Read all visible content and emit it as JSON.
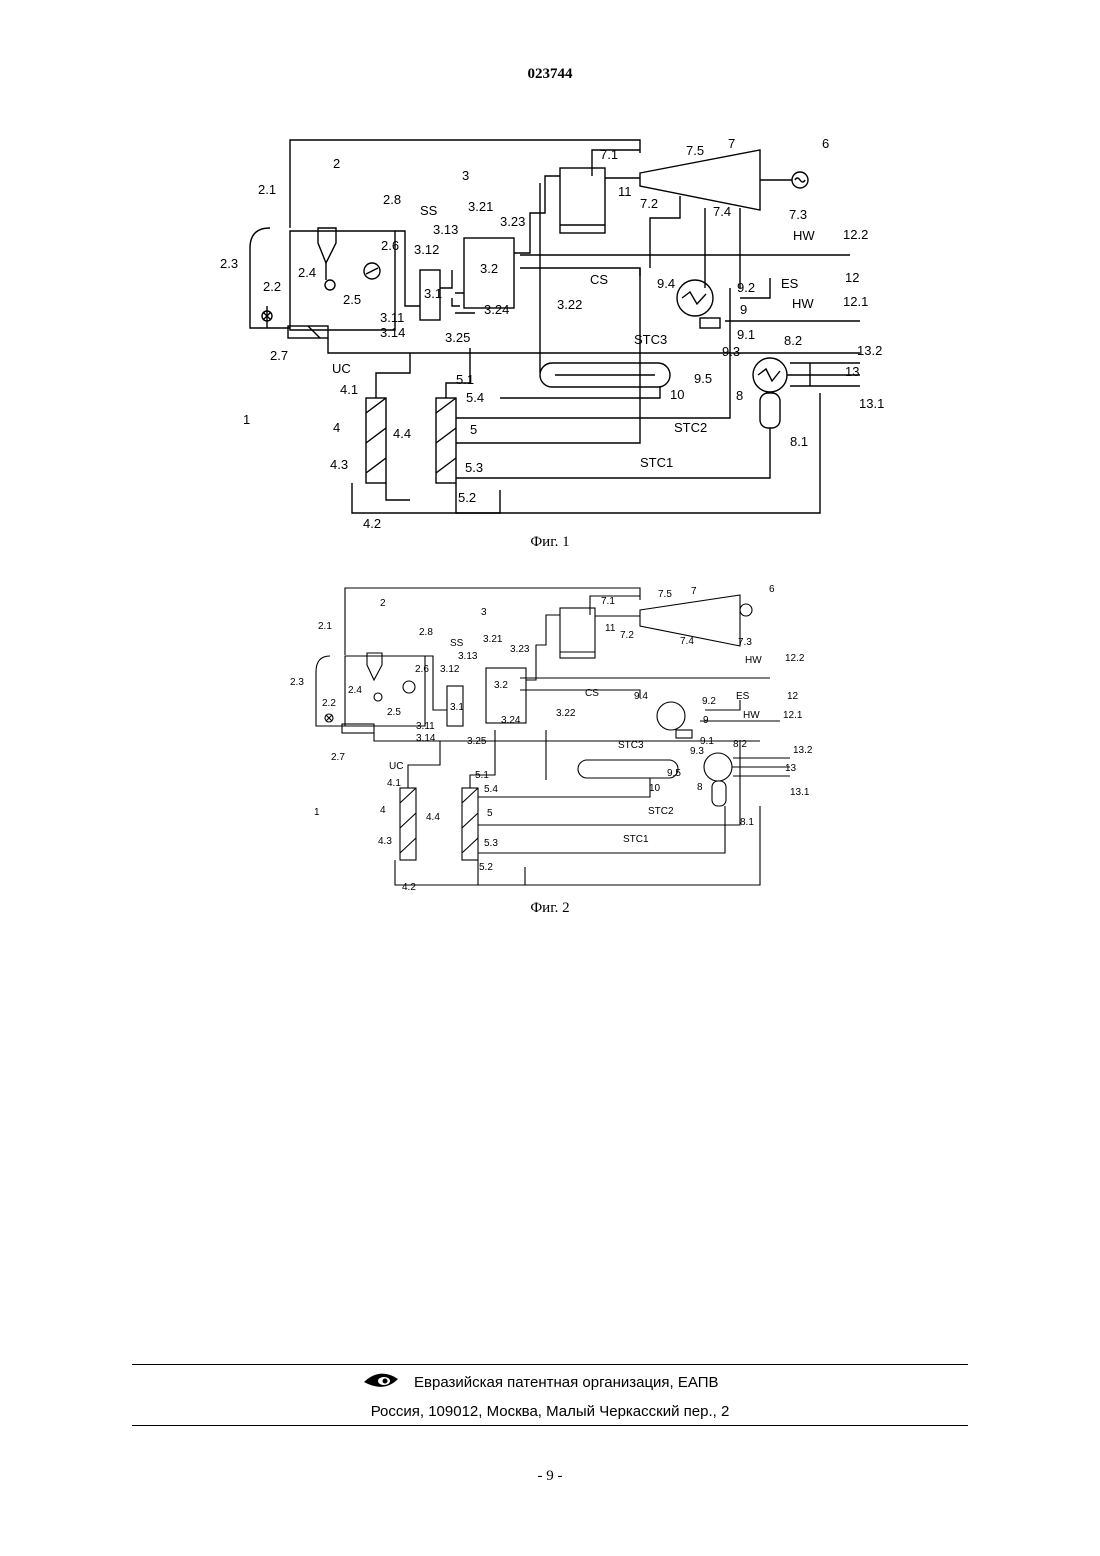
{
  "document": {
    "number": "023744",
    "page_number": "- 9 -"
  },
  "figure1": {
    "caption": "Фиг. 1",
    "labels": {
      "system": "1",
      "gasifier": "2",
      "gasifier_in": "2.1",
      "gasifier_valve": "2.2",
      "gasifier_bypass": "2.3",
      "cyclone": "2.4",
      "ash": "2.5",
      "fan": "2.6",
      "cooler": "2.7",
      "gas_out": "2.8",
      "unit3": "3",
      "scrubber": "3.1",
      "reactor": "3.2",
      "sc_in": "3.11",
      "sc_top": "3.12",
      "sc_link": "3.13",
      "sc_bottom": "3.14",
      "r_in": "3.21",
      "r_side": "3.22",
      "r_top": "3.23",
      "r_low": "3.24",
      "r_bottom": "3.25",
      "hx4": "4",
      "hx4_top": "4.1",
      "hx4_bottom": "4.2",
      "hx4_left": "4.3",
      "hx4_mid": "4.4",
      "hx5": "5",
      "hx5_top": "5.1",
      "hx5_bottom": "5.2",
      "hx5_low": "5.3",
      "hx5_mid": "5.4",
      "gen_set": "6",
      "turbine": "7",
      "t_in": "7.1",
      "t_bleed": "7.2",
      "t_out": "7.3",
      "t_ext": "7.4",
      "t_feed": "7.5",
      "hx8": "8",
      "hx8_bottom": "8.1",
      "hx8_top": "8.2",
      "hx9": "9",
      "hx9_a": "9.1",
      "hx9_b": "9.2",
      "hx9_c": "9.3",
      "hx9_d": "9.4",
      "hx9_e": "9.5",
      "tank": "10",
      "boiler": "11",
      "hw_circuit": "12",
      "hw_in": "12.1",
      "hw_out": "12.2",
      "circuit13": "13",
      "c13_in": "13.1",
      "c13_out": "13.2",
      "ss": "SS",
      "uc": "UC",
      "cs": "CS",
      "es": "ES",
      "hw": "HW",
      "hw2": "HW",
      "stc1": "STC1",
      "stc2": "STC2",
      "stc3": "STC3"
    }
  },
  "figure2": {
    "caption": "Фиг. 2"
  },
  "footer": {
    "organization": "Евразийская патентная организация, ЕАПВ",
    "address": "Россия, 109012, Москва, Малый Черкасский пер., 2"
  },
  "logo": {
    "icon": "eapo-eye-icon"
  }
}
